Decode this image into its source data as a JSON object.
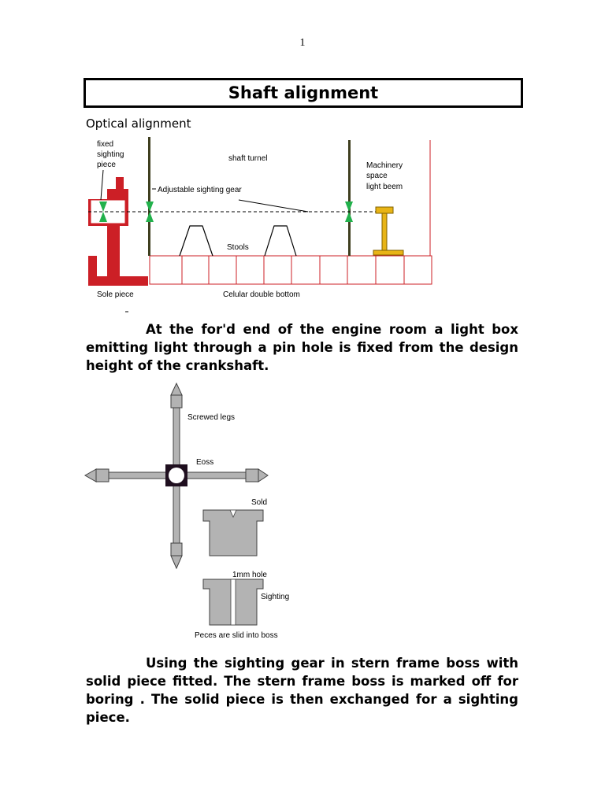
{
  "page_number": "1",
  "title": "Shaft alignment",
  "section_heading": "Optical alignment",
  "figure1": {
    "labels": {
      "fixed_sighting_piece": [
        "fixed",
        "sighting",
        "piece"
      ],
      "shaft_tunnel": "shaft turnel",
      "machinery_space_light_beam": [
        "Machinery",
        "space",
        "light beem"
      ],
      "adjustable_sighting_gear": "Adjustable sighting gear",
      "stools": "Stools",
      "sole_piece": "Sole piece",
      "cellular_double_bottom": "Celular double bottom"
    },
    "colors": {
      "hull": "#cc1f26",
      "sighting": "#22b14c",
      "post": "#3f3f1f",
      "beam": "#e8b416",
      "beam_outline": "#7f6000"
    }
  },
  "paragraph1": "At the for'd end of the engine room a light box emitting light through a pin hole is fixed from the design height of the crankshaft.",
  "figure2": {
    "labels": {
      "screwed_legs": "Screwed legs",
      "boss": "Eoss",
      "solid": "Sold",
      "hole": "1mm hole",
      "sighting": "Sighting",
      "pieces_note": "Peces are slid into boss"
    },
    "colors": {
      "metal": "#b3b3b3",
      "outline": "#404040",
      "boss": "#1f0f1f"
    }
  },
  "paragraph2": "Using the sighting gear in stern frame boss with solid piece fitted. The stern frame boss is marked off for boring . The solid piece is then exchanged for a sighting piece."
}
